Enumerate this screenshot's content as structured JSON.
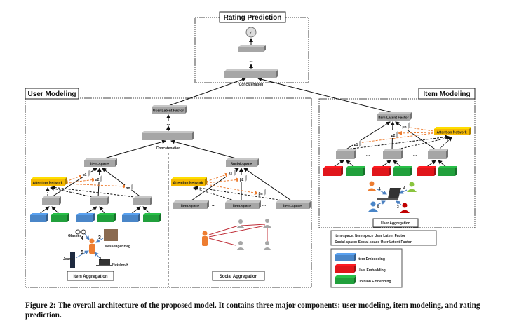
{
  "rating_prediction": {
    "title": "Rating Prediction",
    "output": "r'",
    "ellipsis": "...",
    "concat": "Concatenation"
  },
  "user_modeling": {
    "title": "User Modeling",
    "user_latent_factor": "User Latent Factor",
    "ellipsis": "...",
    "concat": "Concatenation",
    "item_space": "Item-space",
    "social_space": "Social-space",
    "attention_network": "Attention Network",
    "alphas": [
      "α1",
      "α2",
      "αn"
    ],
    "betas": [
      "β1",
      "β2",
      "βn"
    ],
    "social_item_space_boxes": [
      "Item-space",
      "Item-space",
      "Item-space"
    ],
    "item_aggregation": {
      "label": "Item Aggregation",
      "items": [
        "Glasses",
        "Messenger Bag",
        "Jeans",
        "Notebook"
      ],
      "ratings": [
        "4",
        "3",
        "5",
        "1"
      ]
    },
    "social_aggregation": {
      "label": "Social  Aggregation"
    }
  },
  "item_modeling": {
    "title": "Item Modeling",
    "item_latent_factor": "Item Latent Factor",
    "attention_network": "Attention Network",
    "mus": [
      "μ1",
      "μ2",
      "μn"
    ],
    "user_aggregation": {
      "label": "User Aggregation",
      "ratings": [
        "1",
        "4",
        "5",
        "3"
      ]
    }
  },
  "definitions": [
    "Item-space:  Item-space User Latent Factor",
    "Social-space: Social-space User Latent Factor"
  ],
  "legend": [
    {
      "label": "Item Embedding",
      "color": "#4a86c8"
    },
    {
      "label": "User Embedding",
      "color": "#e0161b"
    },
    {
      "label": "Opinion Embedding",
      "color": "#21a03c"
    }
  ],
  "colors": {
    "gray_box": "#a6a6a6",
    "attention": "#f5b800",
    "attention_arrow": "#ed7d31",
    "person": "#ed7d31",
    "social_link": "#c0303a"
  },
  "caption": "Figure 2: The overall architecture of the proposed model. It contains three major components: user modeling, item modeling, and rating prediction."
}
